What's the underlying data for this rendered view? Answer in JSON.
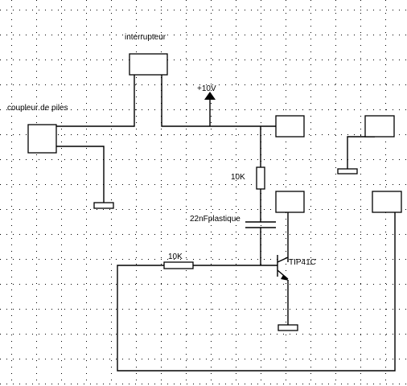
{
  "labels": {
    "interrupteur": "interrupteur",
    "coupleur": "coupleur de piles",
    "plus10v": "+10V",
    "r1": "10K",
    "cap": "22nFplastique",
    "r2": "10K",
    "transistor": "TIP41C"
  },
  "colors": {
    "ink": "#000000",
    "background": "#ffffff"
  }
}
